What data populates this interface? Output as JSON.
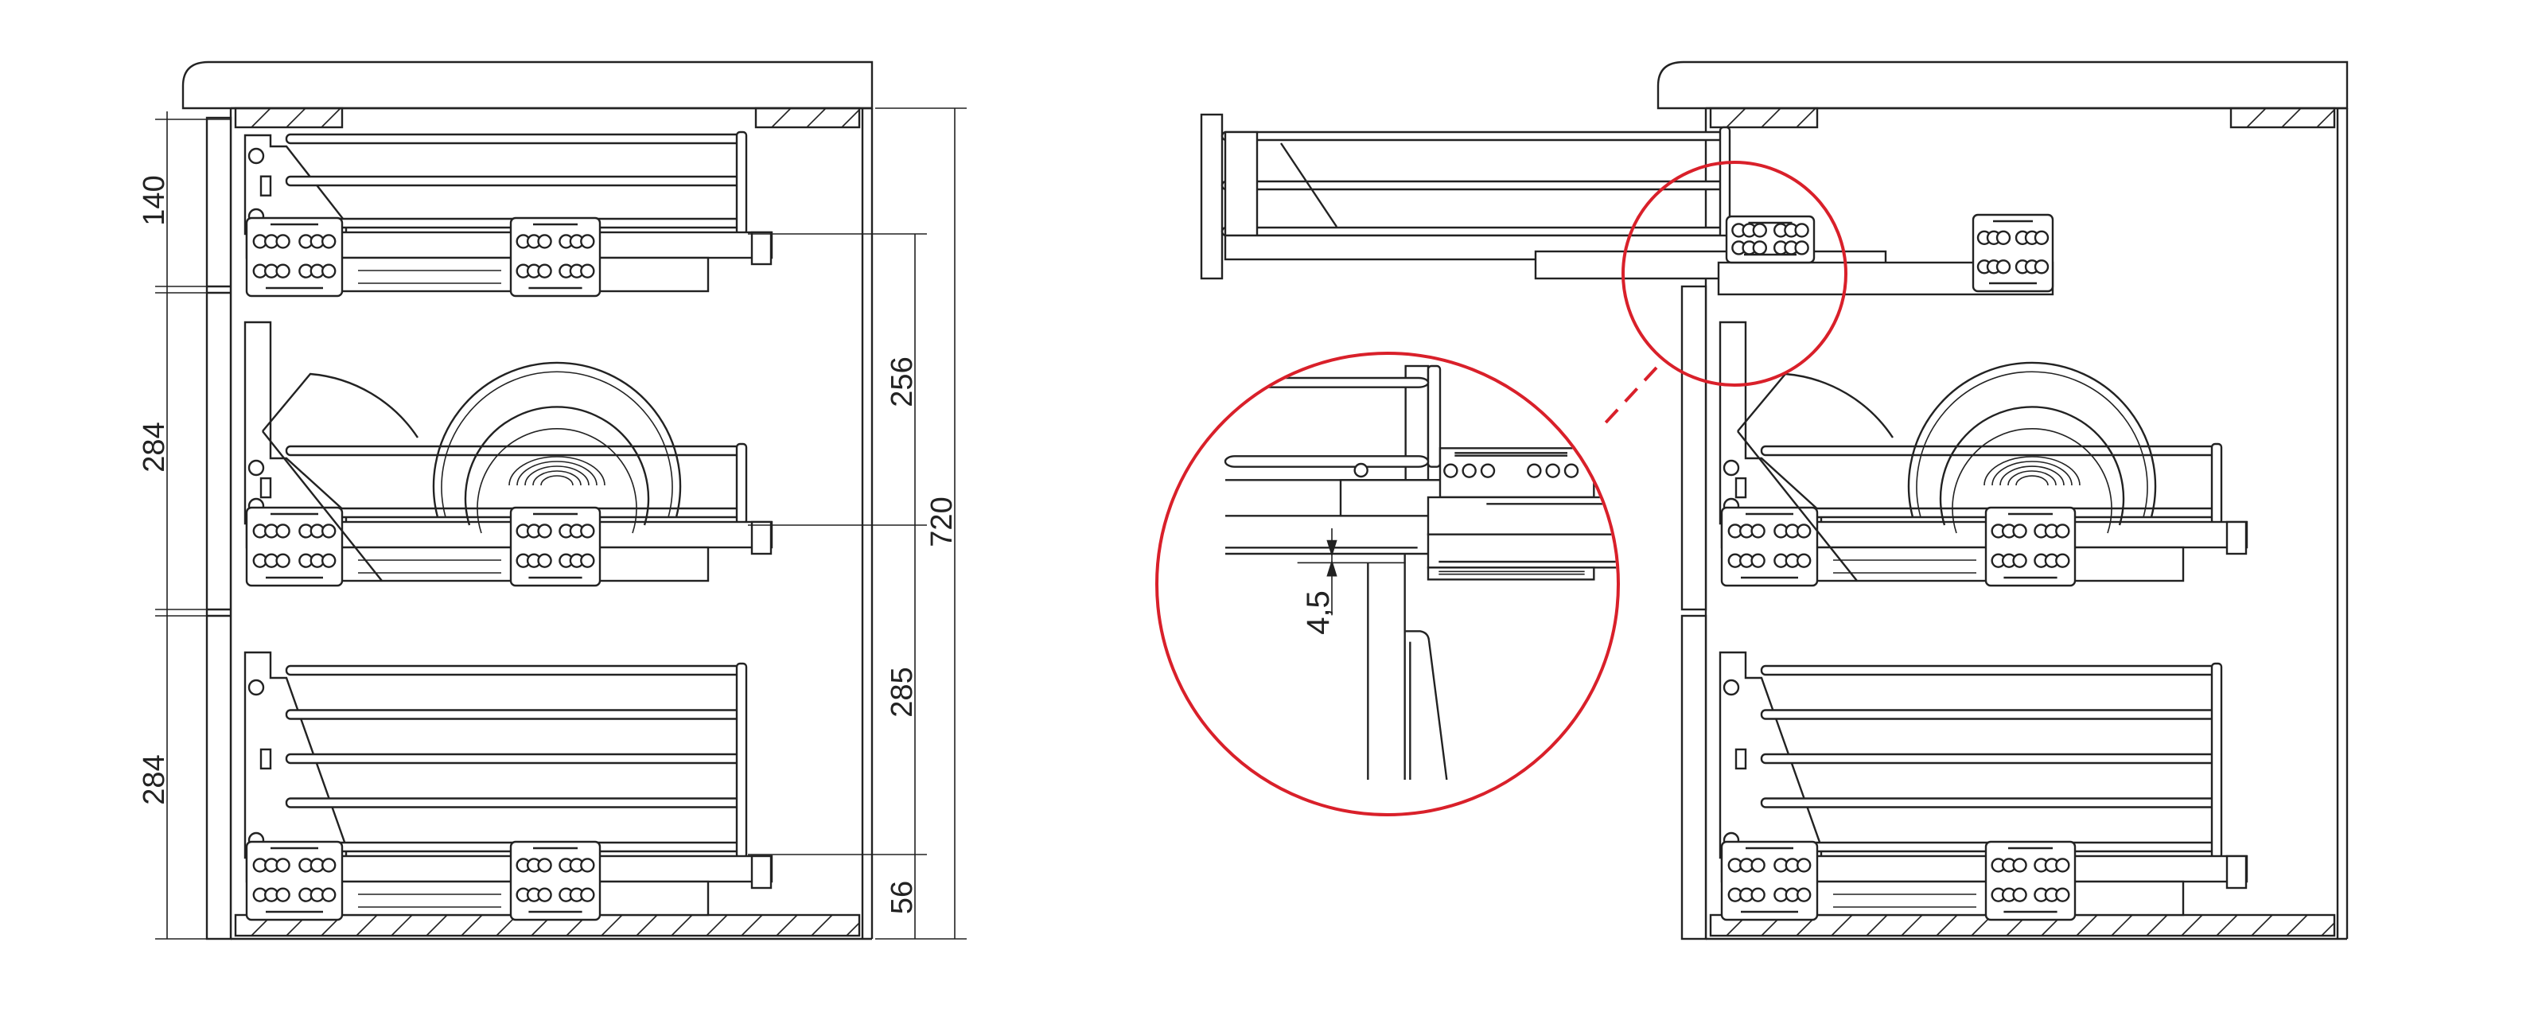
{
  "drawing": {
    "left_view": {
      "left_dimensions": [
        "140",
        "284",
        "284"
      ],
      "right_dimensions": [
        "256",
        "285",
        "56"
      ],
      "overall_height": "720"
    },
    "detail_view": {
      "gap_dimension": "4,5"
    },
    "colors": {
      "line": "#222222",
      "detail_highlight": "#d9202a"
    }
  }
}
